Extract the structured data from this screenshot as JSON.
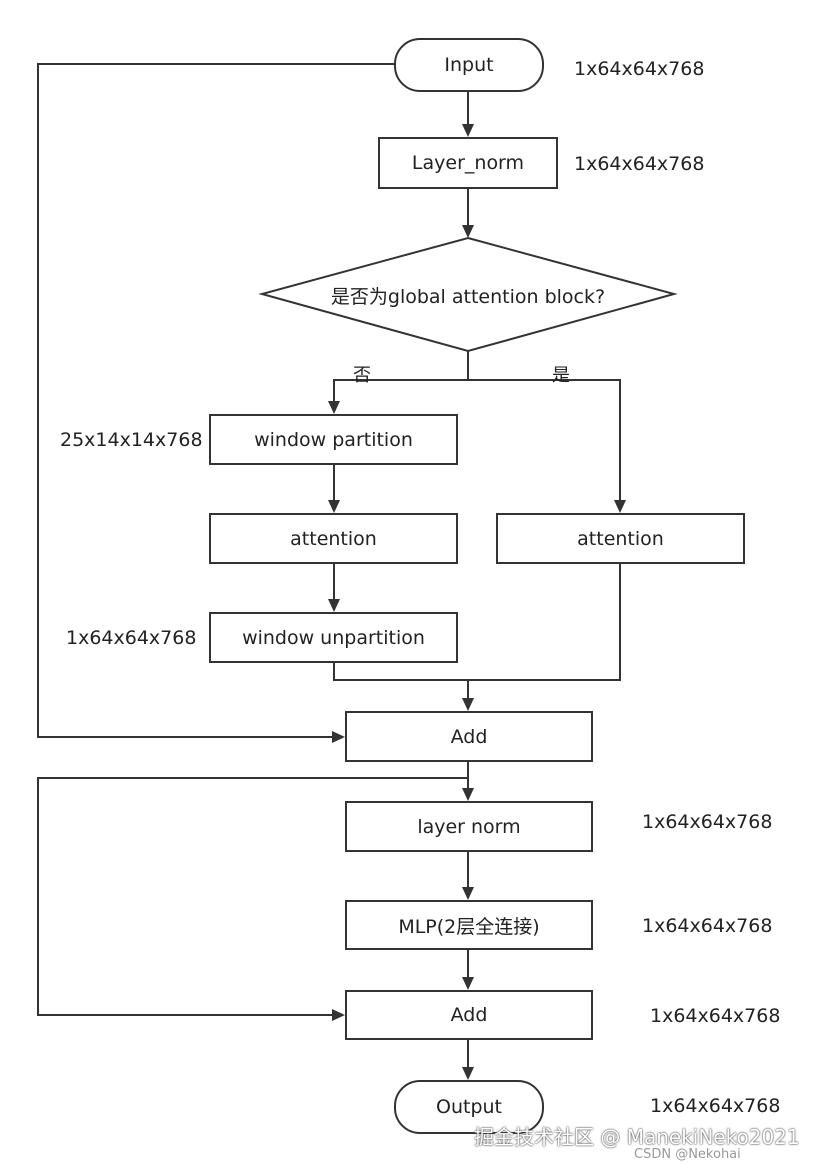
{
  "nodes": {
    "input": "Input",
    "layer_norm_1": "Layer_norm",
    "decision": "是否为global attention block?",
    "window_partition": "window partition",
    "attention_local": "attention",
    "attention_global": "attention",
    "window_unpartition": "window unpartition",
    "add_1": "Add",
    "layer_norm_2": "layer norm",
    "mlp": "MLP(2层全连接)",
    "add_2": "Add",
    "output": "Output"
  },
  "branches": {
    "no": "否",
    "yes": "是"
  },
  "shapes": {
    "input": "1x64x64x768",
    "layer_norm_1": "1x64x64x768",
    "window_partition": "25x14x14x768",
    "window_unpartition": "1x64x64x768",
    "layer_norm_2": "1x64x64x768",
    "mlp": "1x64x64x768",
    "add_2": "1x64x64x768",
    "output": "1x64x64x768"
  },
  "watermark": {
    "main": "掘金技术社区 @ ManekiNeko2021",
    "sub": "CSDN @Nekohai"
  },
  "colors": {
    "stroke": "#333333",
    "text": "#222222",
    "background": "#ffffff"
  }
}
